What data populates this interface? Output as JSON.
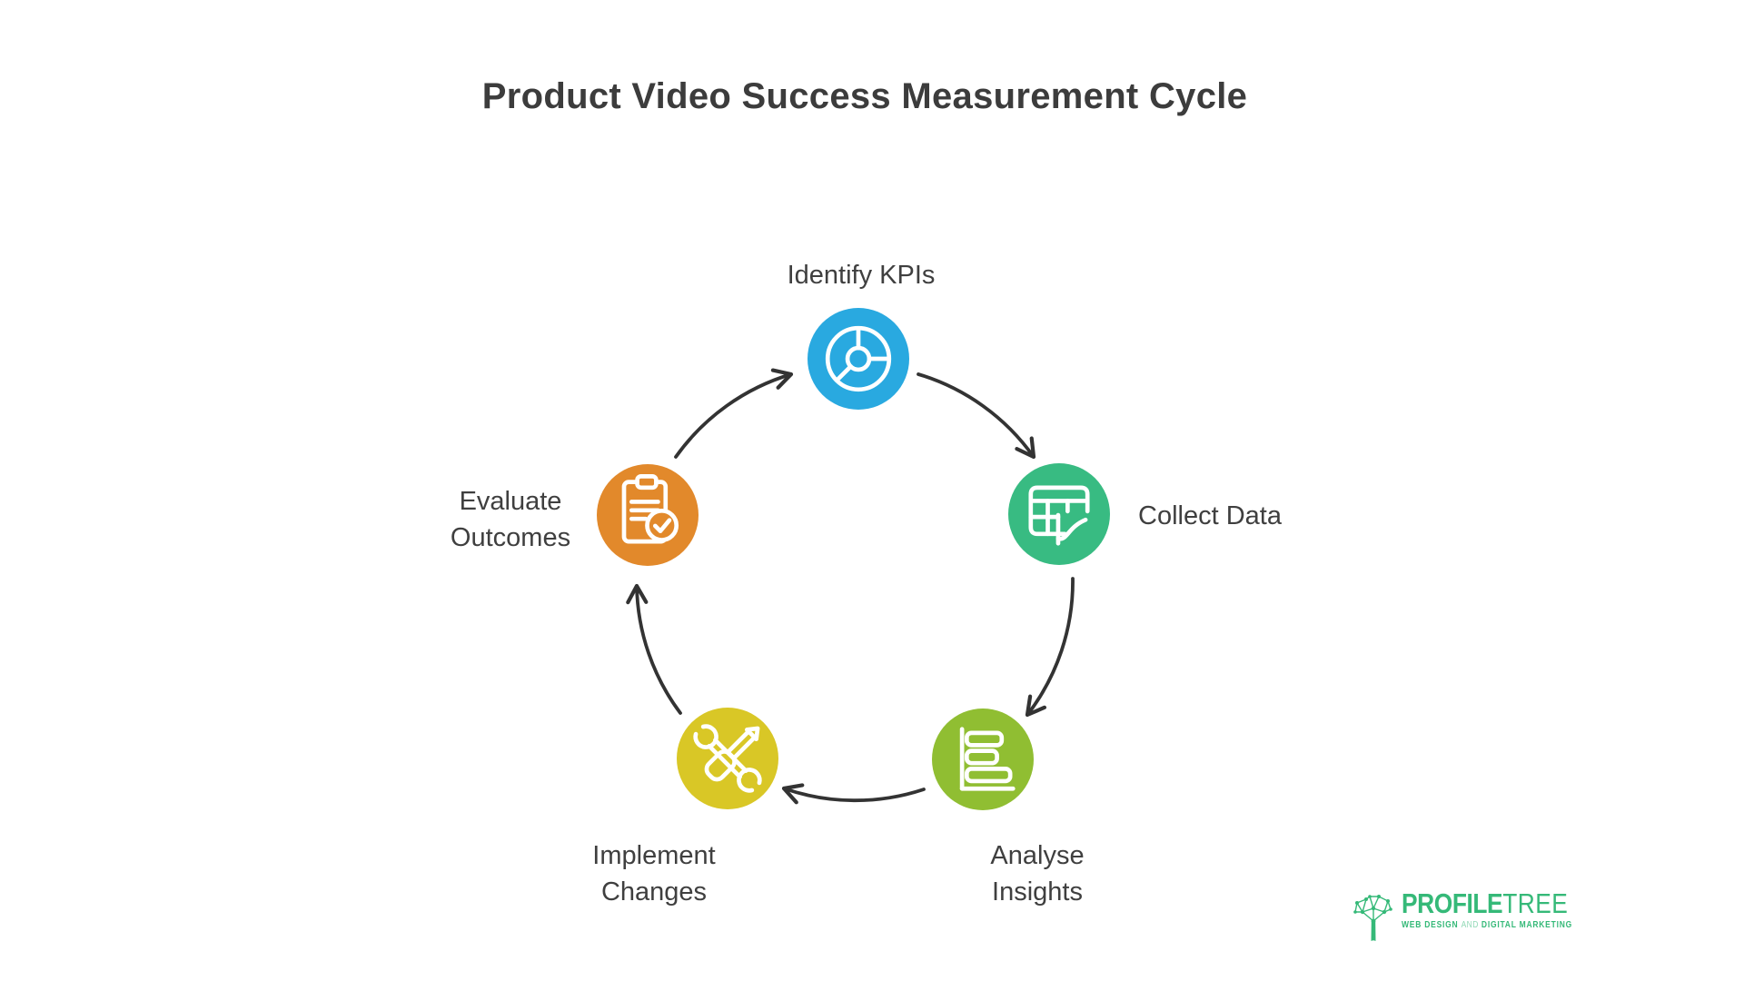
{
  "theme": {
    "background": "#ffffff",
    "text_color": "#3f3f3f",
    "arrow_color": "#333333"
  },
  "title": "Product Video Success Measurement Cycle",
  "diagram": {
    "type": "cycle",
    "flow_order": [
      "Identify KPIs",
      "Collect Data",
      "Analyse Insights",
      "Implement Changes",
      "Evaluate Outcomes"
    ],
    "direction": "clockwise",
    "nodes": [
      {
        "id": "identify-kpis",
        "color": "#29A9E0",
        "icon": "gauge-wheel-icon",
        "lines": [
          "Identify KPIs"
        ]
      },
      {
        "id": "collect-data",
        "color": "#38BB82",
        "icon": "data-table-icon",
        "lines": [
          "Collect Data"
        ]
      },
      {
        "id": "analyse-insights",
        "color": "#90BE32",
        "icon": "bar-chart-icon",
        "lines": [
          "Analyse",
          "Insights"
        ]
      },
      {
        "id": "implement-changes",
        "color": "#D9C726",
        "icon": "tools-icon",
        "lines": [
          "Implement",
          "Changes"
        ]
      },
      {
        "id": "evaluate-outcomes",
        "color": "#E2892B",
        "icon": "clipboard-check-icon",
        "lines": [
          "Evaluate",
          "Outcomes"
        ]
      }
    ]
  },
  "footer": {
    "brand_bold": "PROFILE",
    "brand_light": "TREE",
    "tagline_parts": [
      "WEB DESIGN",
      "AND",
      "DIGITAL MARKETING"
    ],
    "logo_color": "#35B978"
  }
}
